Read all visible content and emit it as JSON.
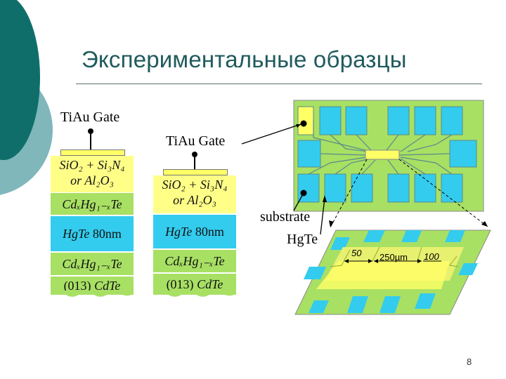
{
  "slide": {
    "title": "Экспериментальные образцы",
    "page_number": "8"
  },
  "stack_left": {
    "gate_label": "TiAu Gate",
    "layers": {
      "insulator_line1": "SiO₂ + Si₃N₄",
      "insulator_line2": "or Al₂O₃",
      "cdhgte_top": "CdₓHg₁₋ₓTe",
      "hgte_material": "HgTe",
      "hgte_thickness": "80nm",
      "cdhgte_bottom": "CdₓHg₁₋ₓTe",
      "substrate_orientation": "(013)",
      "substrate_material": "CdTe"
    }
  },
  "stack_right": {
    "gate_label": "TiAu Gate",
    "layers": {
      "insulator_line1": "SiO₂ + Si₃N₄",
      "insulator_line2": "or Al₂O₃",
      "hgte_material": "HgTe",
      "hgte_thickness": "80nm",
      "cdhgte_bottom": "CdₓHg₁₋ₓTe",
      "substrate_orientation": "(013)",
      "substrate_material": "CdTe"
    }
  },
  "device": {
    "substrate_label": "substrate",
    "hgte_label": "HgTe",
    "dim_50": "50",
    "dim_250": "250µm",
    "dim_100": "100"
  },
  "colors": {
    "accent_teal": "#0f6e6a",
    "pad_cyan": "#33ccee",
    "substrate_green": "#a8e064",
    "gate_yellow": "#ffff66"
  }
}
